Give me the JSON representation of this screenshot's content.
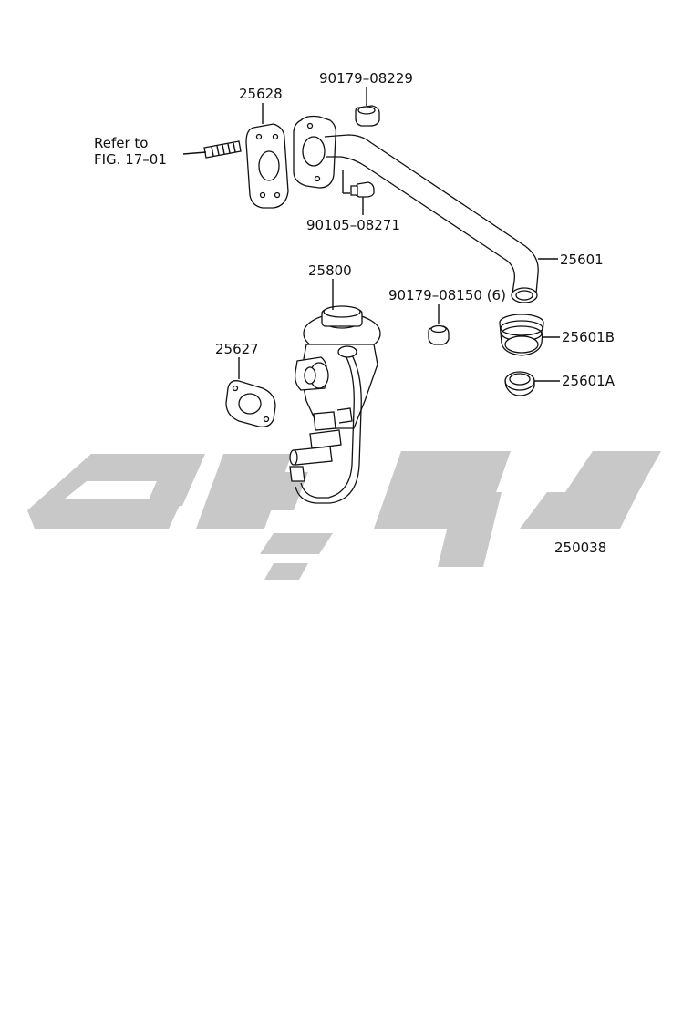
{
  "diagram": {
    "figure_code": "250038",
    "watermark": "tamo",
    "labels": {
      "p25628": "25628",
      "p90179_08229": "90179–08229",
      "refer_line1": "Refer to",
      "refer_line2": "FIG. 17–01",
      "p90105_08271": "90105–08271",
      "p25601": "25601",
      "p25800": "25800",
      "p90179_08150": "90179–08150 (6)",
      "p25627": "25627",
      "p25601B": "25601B",
      "p25601A": "25601A"
    }
  }
}
